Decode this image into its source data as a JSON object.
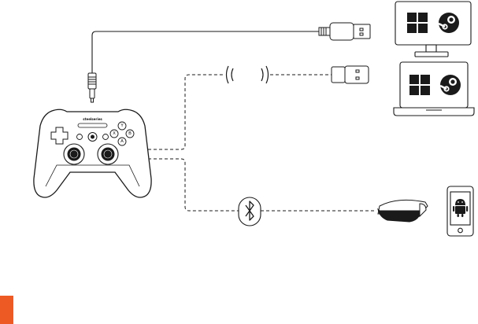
{
  "brand": {
    "name": "steelseries"
  },
  "controller": {
    "face_buttons": {
      "top": "Y",
      "left": "X",
      "right": "B",
      "bottom": "A"
    }
  },
  "connections": [
    {
      "type": "usb-cable",
      "targets": [
        "windows-logo-icon",
        "steam-logo-icon"
      ]
    },
    {
      "type": "wireless-dongle",
      "targets": [
        "windows-logo-icon",
        "steam-logo-icon"
      ]
    },
    {
      "type": "bluetooth",
      "targets": [
        "vr-headset-icon",
        "android-logo-icon"
      ]
    }
  ],
  "colors": {
    "line": "#1a1a1a",
    "accent": "#ee5a24",
    "window_panel": "#ffffff"
  }
}
